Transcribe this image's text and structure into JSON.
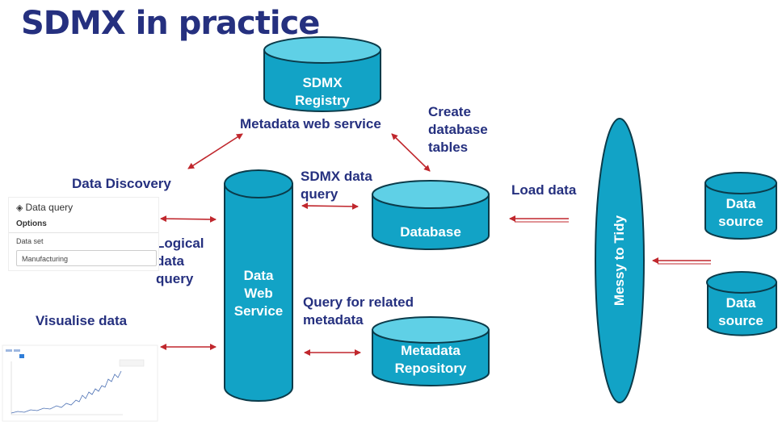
{
  "title": "SDMX in practice",
  "nodes": {
    "registry": "SDMX Registry",
    "database": "Database",
    "data_web_service": "Data Web Service",
    "metadata_repository": "Metadata Repository",
    "messy_to_tidy": "Messy to Tidy",
    "data_source_1": "Data source",
    "data_source_2": "Data source"
  },
  "labels": {
    "metadata_web_service": "Metadata web service",
    "create_database_tables": "Create database tables",
    "data_discovery": "Data Discovery",
    "sdmx_data_query": "SDMX data query",
    "load_data": "Load data",
    "logical_data_query": "Logical data query",
    "query_related_metadata": "Query for related metadata",
    "visualise_data": "Visualise data"
  },
  "data_query_panel": {
    "header": "Data query",
    "options": "Options",
    "data_set_label": "Data set",
    "data_set_value": "Manufacturing"
  },
  "colors": {
    "title": "#25307f",
    "cylinder_fill": "#12a3c6",
    "cylinder_top": "#5fd0e6",
    "arrow": "#c0272d"
  }
}
